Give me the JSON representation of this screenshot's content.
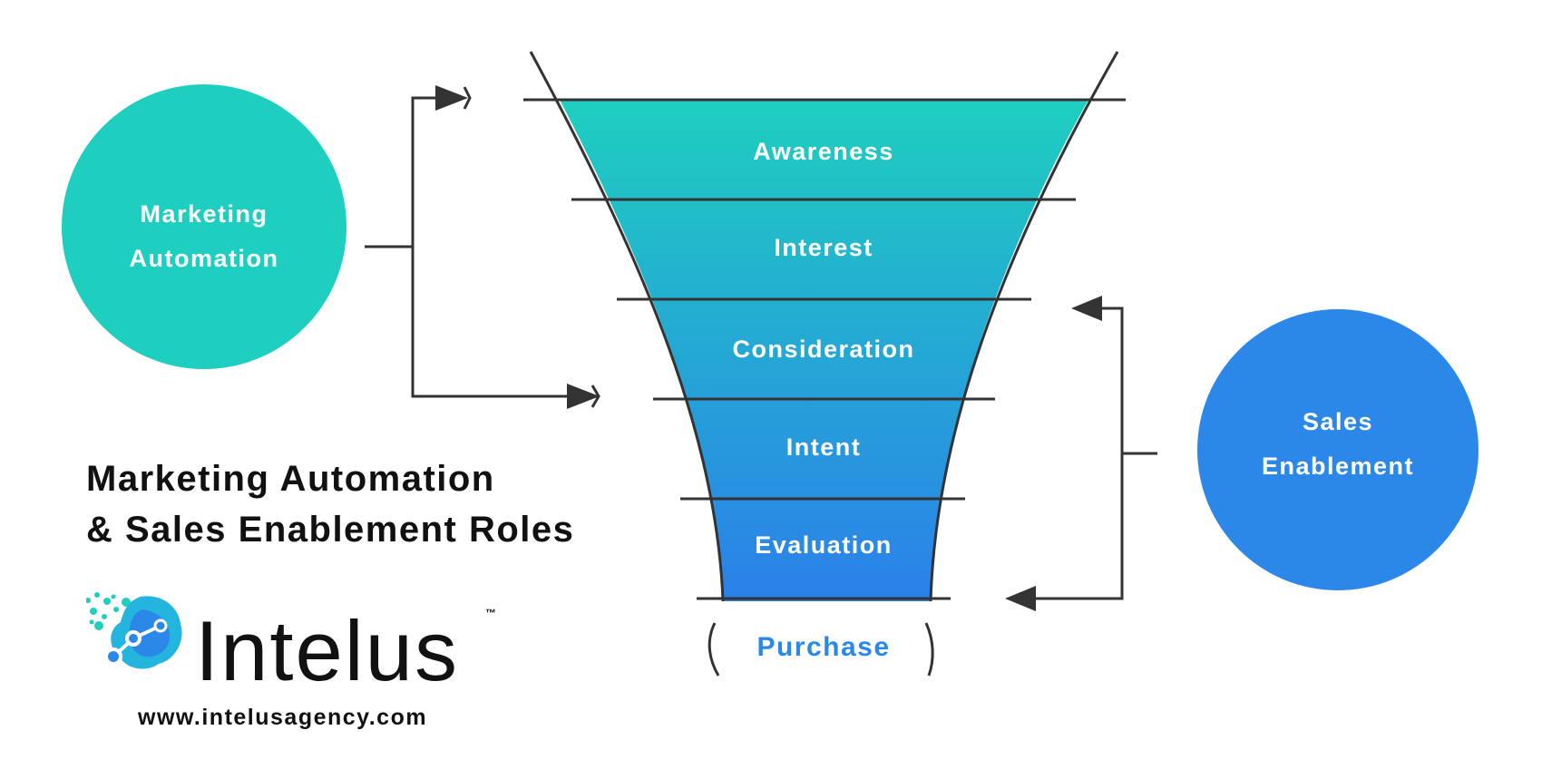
{
  "circles": {
    "marketing": {
      "line1": "Marketing",
      "line2": "Automation",
      "color": "#1ecfbf"
    },
    "sales": {
      "line1": "Sales",
      "line2": "Enablement",
      "color": "#2b88e8"
    }
  },
  "funnel": {
    "stages": [
      "Awareness",
      "Interest",
      "Consideration",
      "Intent",
      "Evaluation"
    ],
    "final_stage": "Purchase",
    "colors": {
      "top": "#1ecfbf",
      "bottom": "#2b80ea",
      "purchase_text": "#2b88e8",
      "outline": "#333333"
    }
  },
  "title": {
    "line1": "Marketing Automation",
    "line2": "& Sales Enablement Roles"
  },
  "brand": {
    "name": "Intelus",
    "trademark": "™",
    "url": "www.intelusagency.com",
    "logo_colors": [
      "#1ecfbf",
      "#2b88e8"
    ]
  }
}
